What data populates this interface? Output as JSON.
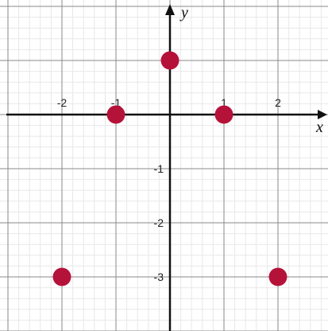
{
  "chart_data": {
    "type": "scatter",
    "xlabel": "x",
    "ylabel": "y",
    "xlim": [
      -3,
      3
    ],
    "ylim": [
      -4,
      2
    ],
    "x_ticks": [
      {
        "value": -2,
        "label": "-2"
      },
      {
        "value": -1,
        "label": "-1"
      },
      {
        "value": 1,
        "label": "1"
      },
      {
        "value": 2,
        "label": "2"
      }
    ],
    "y_ticks": [
      {
        "value": -1,
        "label": "-1"
      },
      {
        "value": -2,
        "label": "-2"
      },
      {
        "value": -3,
        "label": "-3"
      }
    ],
    "grid": true,
    "series": [
      {
        "color": "#b5123a",
        "points": [
          {
            "x": 0,
            "y": 1
          },
          {
            "x": -1,
            "y": 0
          },
          {
            "x": 1,
            "y": 0
          },
          {
            "x": -2,
            "y": -3
          },
          {
            "x": 2,
            "y": -3
          }
        ]
      }
    ],
    "colors": {
      "axis": "#111111",
      "grid_major": "#8a8a8a",
      "grid_minor": "#e8e8e8",
      "point": "#b5123a"
    }
  }
}
